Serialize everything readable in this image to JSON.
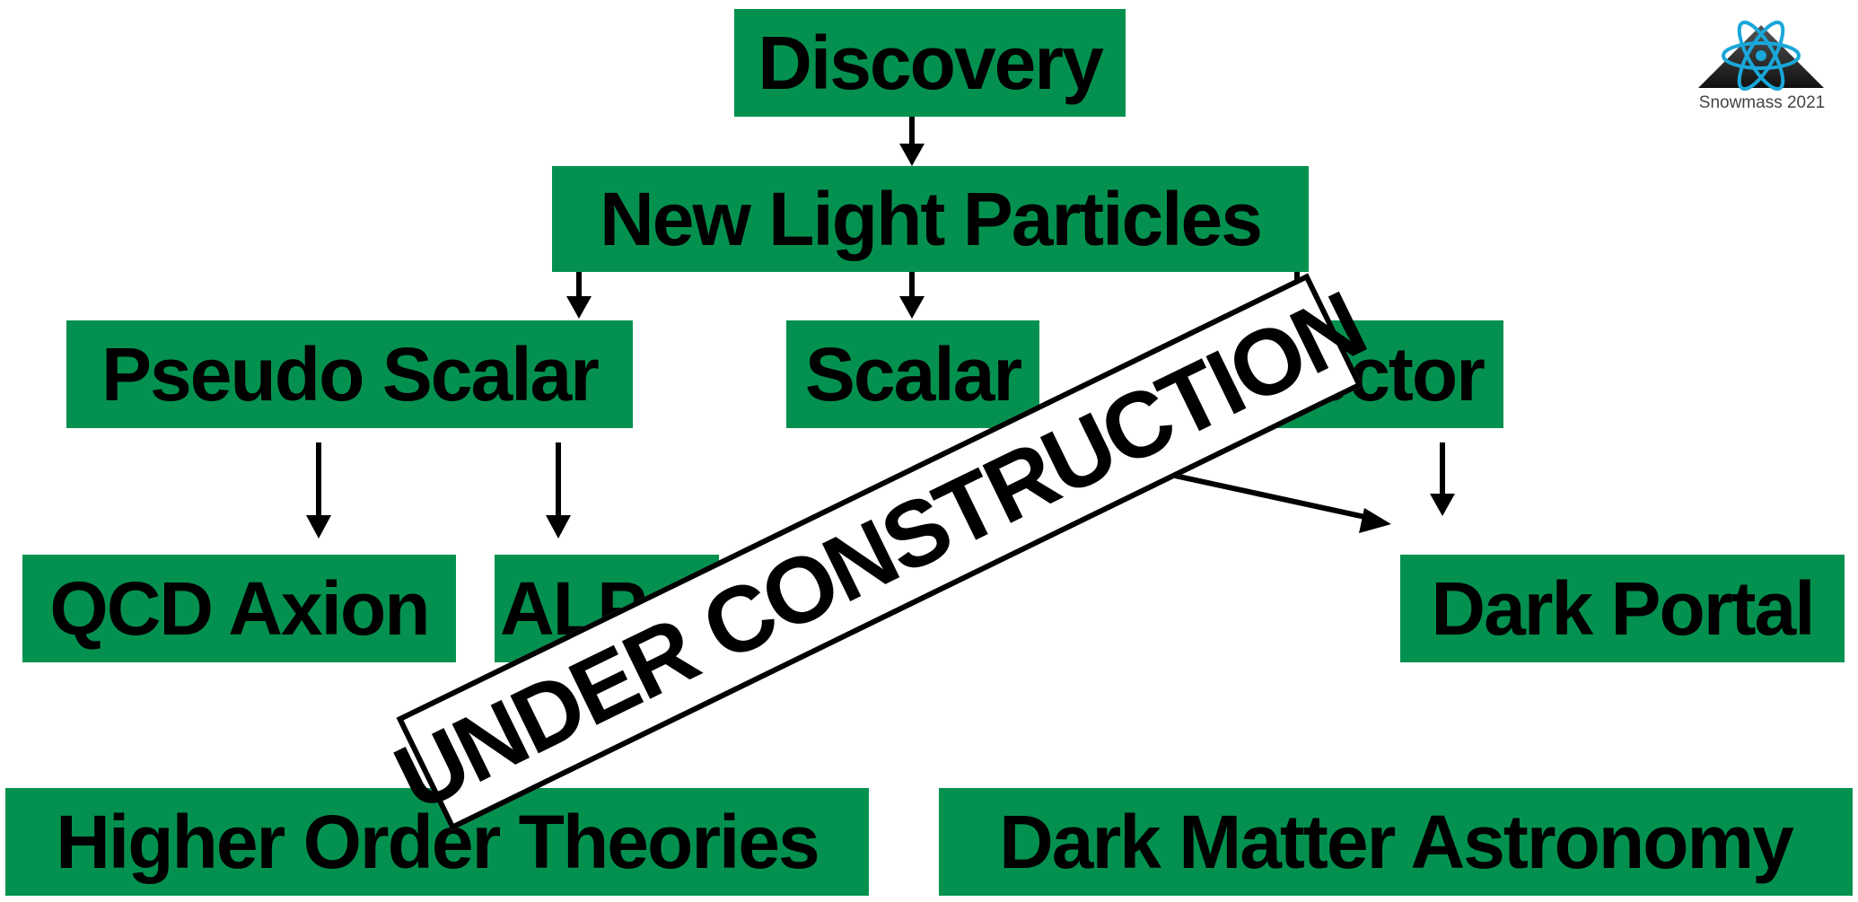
{
  "nodes": {
    "discovery": "Discovery",
    "new_light_particles": "New Light Particles",
    "pseudo_scalar": "Pseudo Scalar",
    "scalar": "Scalar",
    "vector": "Vector",
    "qcd_axion": "QCD Axion",
    "alps": "ALPs",
    "dark_portal": "Dark Portal",
    "higher_order_theories": "Higher Order Theories",
    "dark_matter_astronomy": "Dark Matter Astronomy"
  },
  "stamp": "UNDER CONSTRUCTION",
  "logo": {
    "label": "Snowmass 2021",
    "icon": "atom-mountain-logo"
  },
  "colors": {
    "node_fill": "#04914f",
    "text": "#000000",
    "logo_atom": "#1aa7d9"
  }
}
